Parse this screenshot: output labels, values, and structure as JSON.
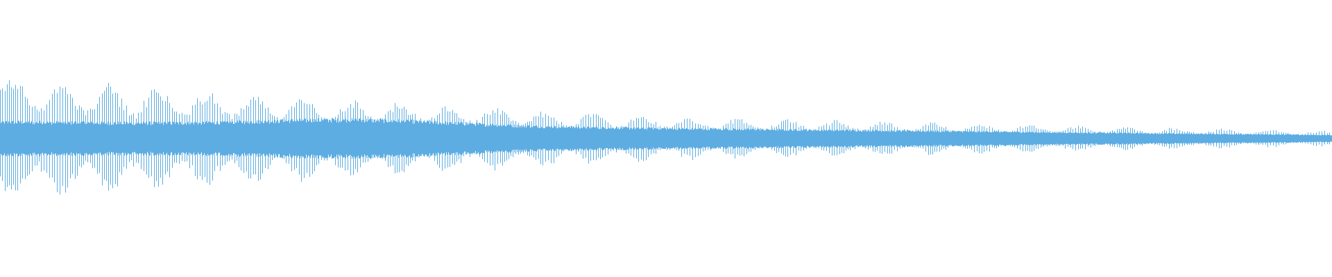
{
  "waveform": {
    "color": "#5dade2",
    "background": "#ffffff",
    "duration_fraction_visible": 1.0,
    "envelope": {
      "outer_peak_start": 0.84,
      "outer_peak_mid": 0.29,
      "outer_peak_end": 0.1,
      "core_start": 0.24,
      "core_bulge": 0.32,
      "core_end": 0.05
    }
  }
}
